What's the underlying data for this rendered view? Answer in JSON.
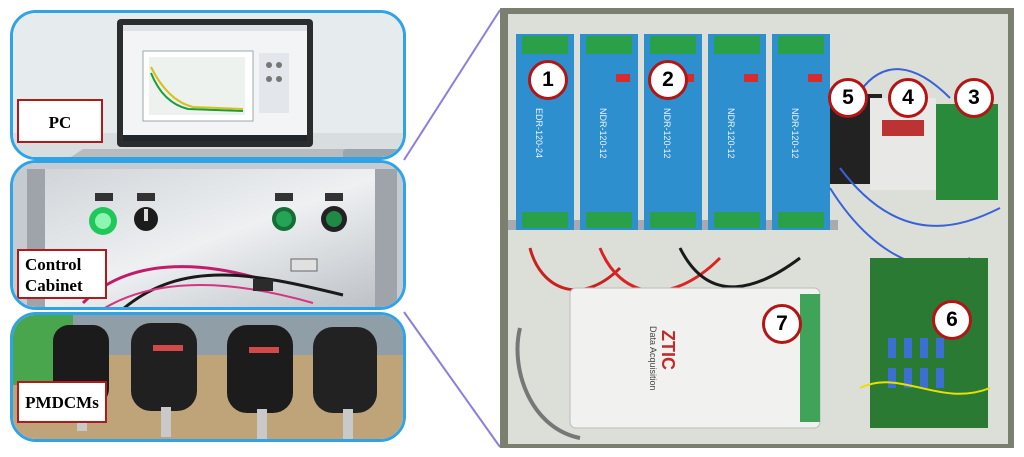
{
  "left_labels": {
    "pc": "PC",
    "cabinet_line1": "Control",
    "cabinet_line2": "Cabinet",
    "motors": "PMDCMs"
  },
  "markers": [
    "1",
    "2",
    "3",
    "4",
    "5",
    "6",
    "7"
  ],
  "psu_labels": [
    "EDR-120-24",
    "NDR-120-12",
    "NDR-120-12",
    "NDR-120-12",
    "NDR-120-12"
  ],
  "daq_text": {
    "brand": "ZTIC",
    "line": "Data Acquisition"
  },
  "colors": {
    "panel_border": "#2ea3e6",
    "label_border": "#b11a1a",
    "connector": "#8c7ee0",
    "psu_blue": "#2e8fcf"
  }
}
